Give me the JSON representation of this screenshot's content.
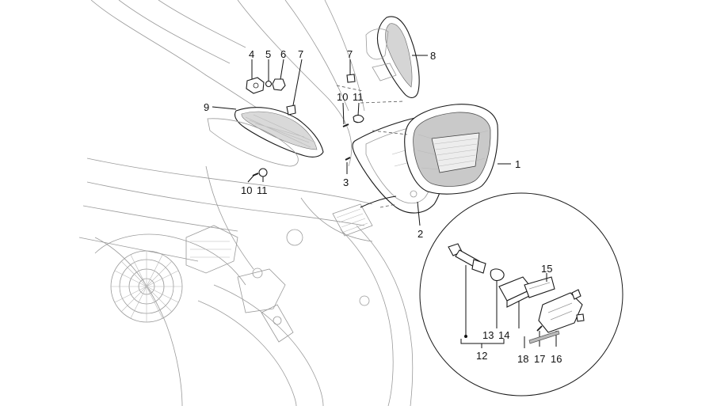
{
  "diagram": {
    "callouts": [
      {
        "id": "1",
        "label": "1"
      },
      {
        "id": "2",
        "label": "2"
      },
      {
        "id": "3",
        "label": "3"
      },
      {
        "id": "4",
        "label": "4"
      },
      {
        "id": "5",
        "label": "5"
      },
      {
        "id": "6",
        "label": "6"
      },
      {
        "id": "7a",
        "label": "7"
      },
      {
        "id": "7b",
        "label": "7"
      },
      {
        "id": "8",
        "label": "8"
      },
      {
        "id": "9",
        "label": "9"
      },
      {
        "id": "10a",
        "label": "10"
      },
      {
        "id": "11a",
        "label": "11"
      },
      {
        "id": "10b",
        "label": "10"
      },
      {
        "id": "11b",
        "label": "11"
      },
      {
        "id": "12",
        "label": "12"
      },
      {
        "id": "13",
        "label": "13"
      },
      {
        "id": "14",
        "label": "14"
      },
      {
        "id": "15",
        "label": "15"
      },
      {
        "id": "16",
        "label": "16"
      },
      {
        "id": "17",
        "label": "17"
      },
      {
        "id": "18",
        "label": "18"
      }
    ],
    "colors": {
      "line": "#1a1a1a",
      "ghost": "#9a9a9a",
      "lens": "#8a8a8a",
      "background": "#ffffff"
    }
  }
}
